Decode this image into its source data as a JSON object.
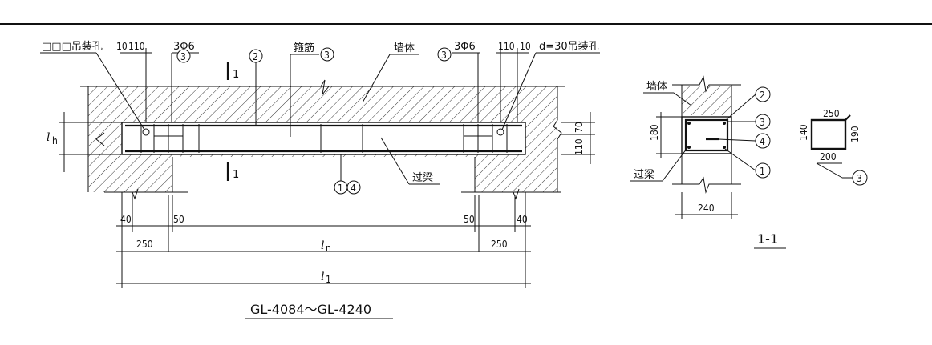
{
  "elevation": {
    "title": "GL-4084～GL-4240",
    "labels": {
      "hoist_hole_left": "□□□吊装孔",
      "hoist_hole_right": "d=30吊装孔",
      "stirrup": "箍筋",
      "wall": "墙体",
      "lintel": "过梁",
      "rebar_left": "3Φ6",
      "rebar_right": "3Φ6",
      "section_mark": "1",
      "ln": "l",
      "ln_sub": "n",
      "l1": "l",
      "l1_sub": "1",
      "lh": "l",
      "lh_sub": "h"
    },
    "callouts": {
      "c3_left": "3",
      "c2": "2",
      "c3_stirrup": "3",
      "c3_right": "3",
      "c1": "1",
      "c4": "4"
    },
    "dims": {
      "top_left_a": "10",
      "top_left_b": "110",
      "top_right_a": "110",
      "top_right_b": "10",
      "right_70": "70",
      "right_110": "110",
      "bot_40_left": "40",
      "bot_50_left": "50",
      "bot_50_right": "50",
      "bot_40_right": "40",
      "bot_250_left": "250",
      "bot_250_right": "250"
    }
  },
  "section": {
    "title": "1-1",
    "labels": {
      "wall": "墙体",
      "lintel": "过梁"
    },
    "callouts": {
      "c2": "2",
      "c3": "3",
      "c4": "4",
      "c1": "1"
    },
    "dims": {
      "height": "180",
      "width": "240"
    }
  },
  "stirrup_detail": {
    "callout": "3",
    "dims": {
      "top": "250",
      "left": "140",
      "right": "190",
      "bottom": "200"
    }
  }
}
